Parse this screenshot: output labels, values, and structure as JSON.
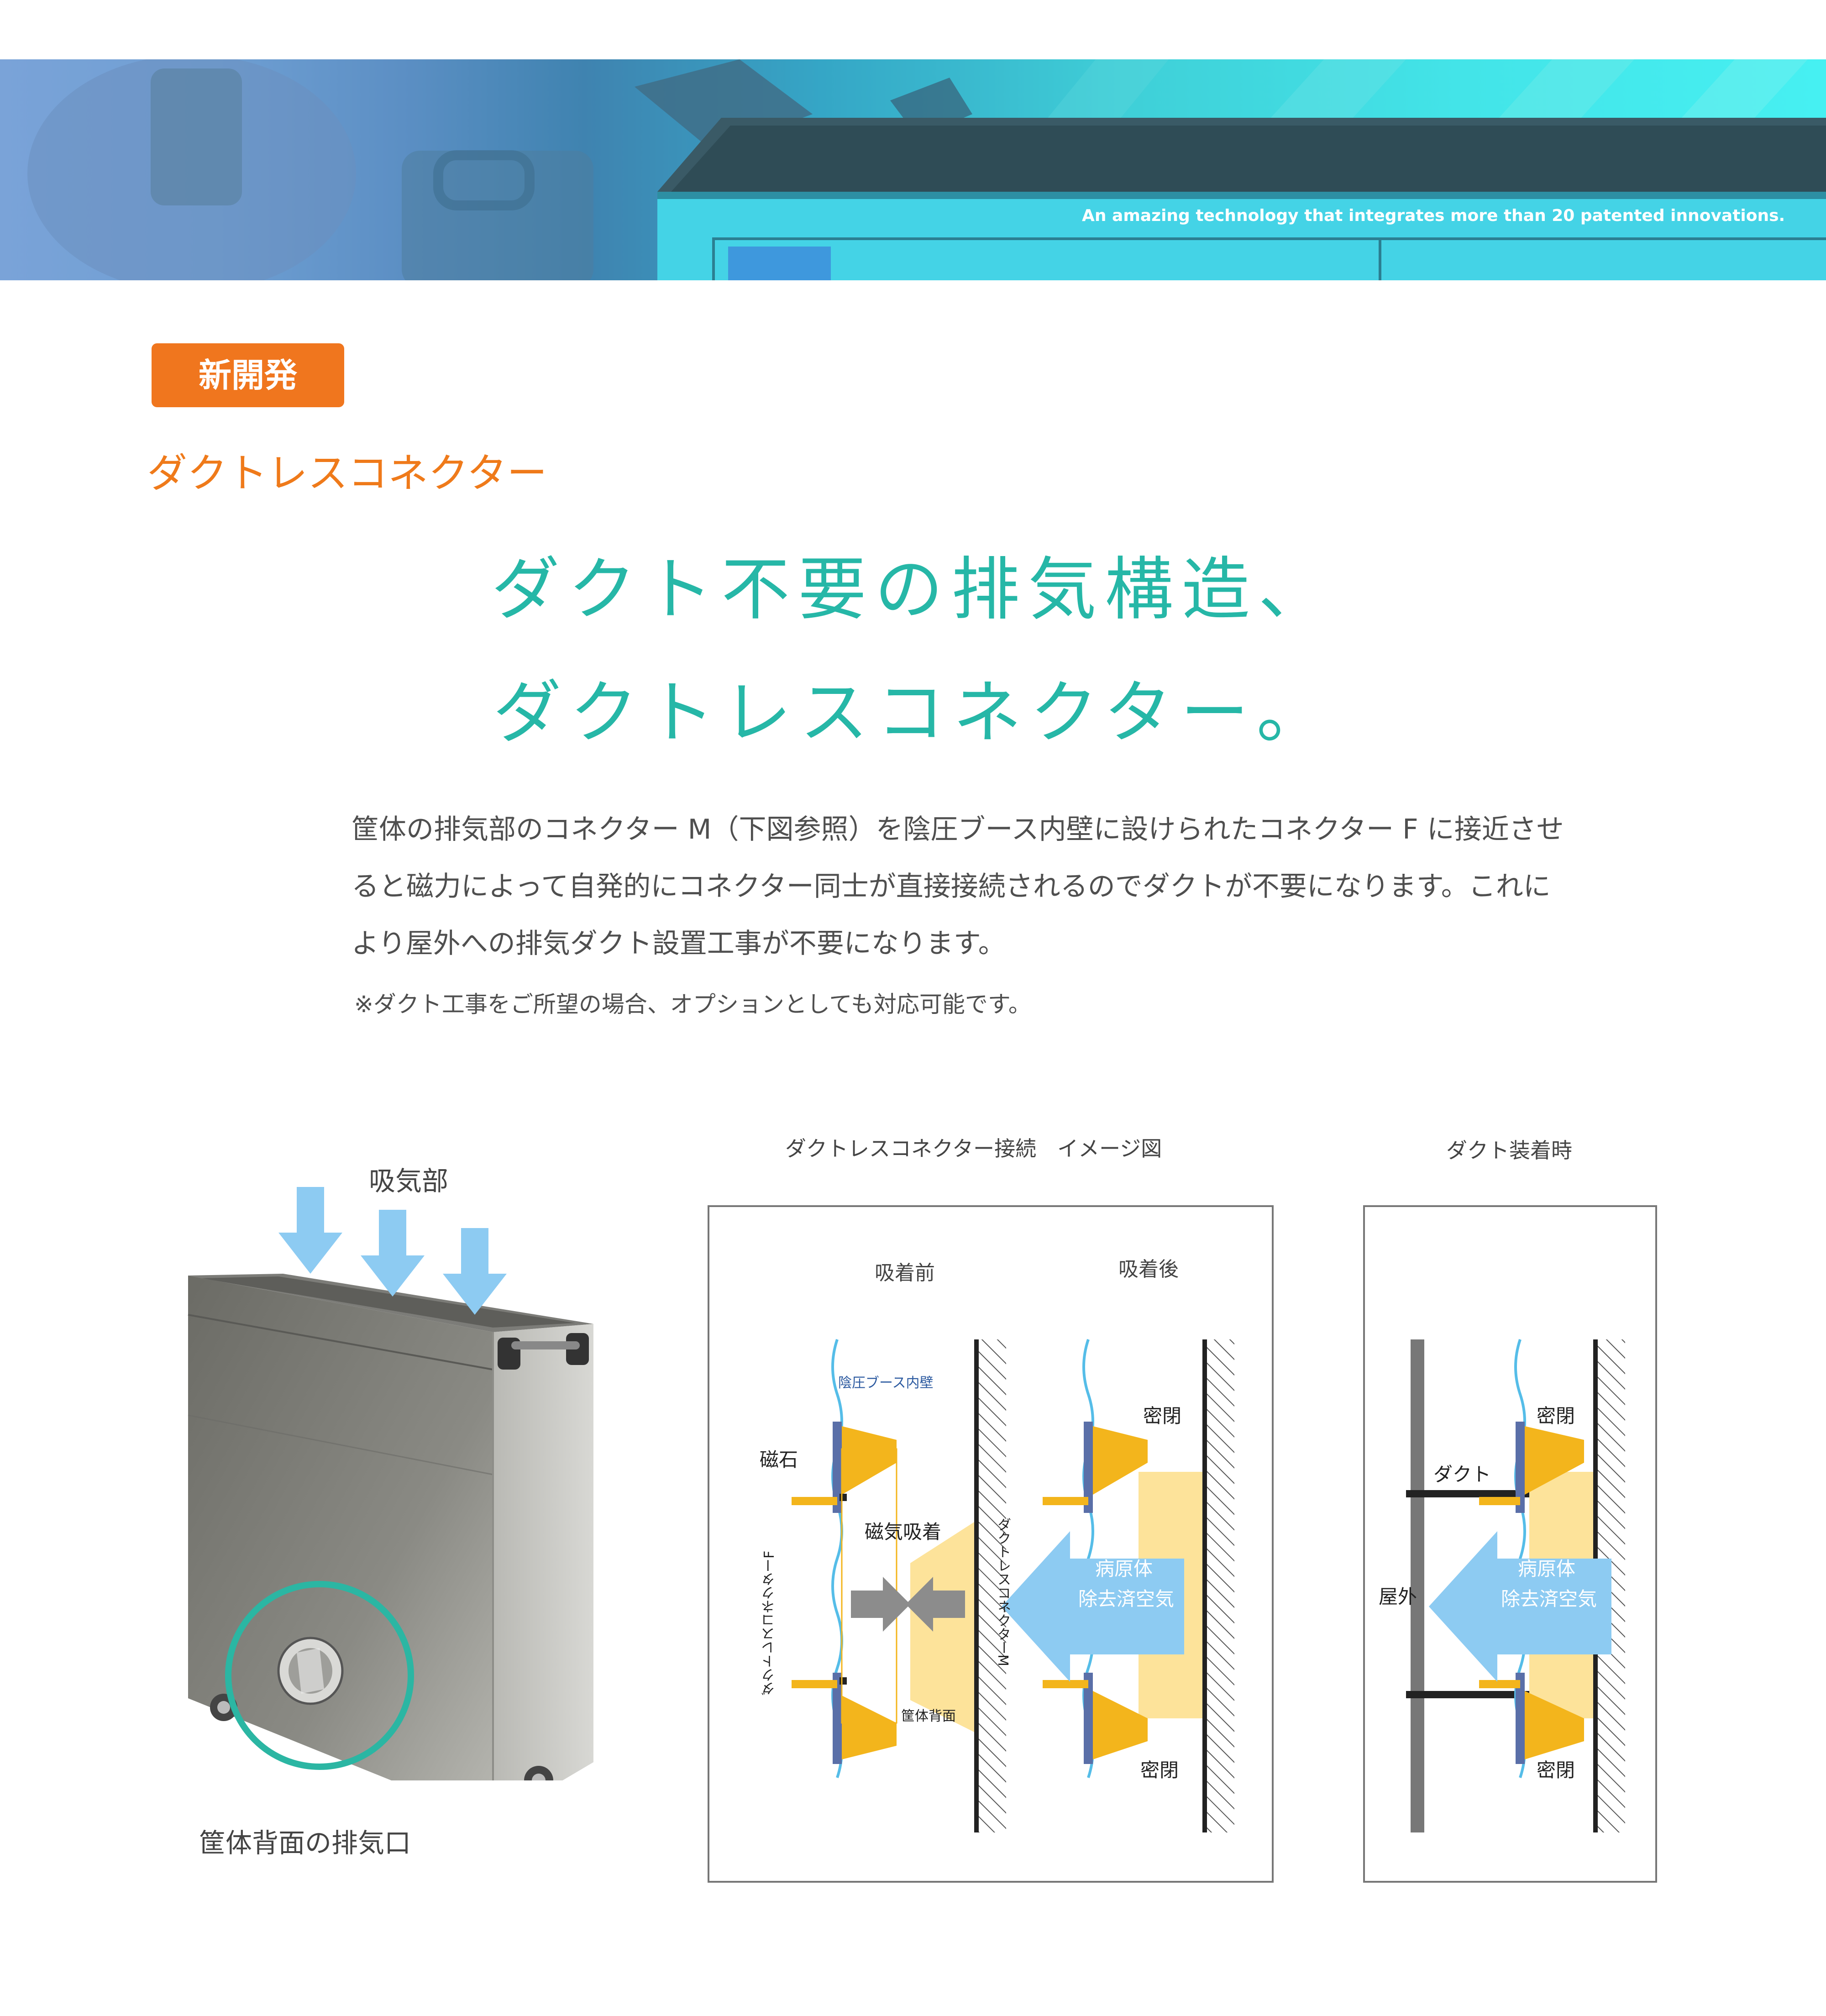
{
  "banner": {
    "tagline": "An amazing technology that integrates more than 20 patented innovations."
  },
  "badge": {
    "label": "新開発"
  },
  "subtitle": "ダクトレスコネクター",
  "headline": {
    "line1": "ダクト不要の排気構造、",
    "line2": "ダクトレスコネクター。"
  },
  "description": {
    "line1": "筐体の排気部のコネクター M（下図参照）を陰圧ブース内壁に設けられたコネクター F に接近させ",
    "line2": "ると磁力によって自発的にコネクター同士が直接接続されるのでダクトが不要になります。これに",
    "line3": "より屋外への排気ダクト設置工事が不要になります。",
    "note": "※ダクト工事をご所望の場合、オプションとしても対応可能です。"
  },
  "product": {
    "intake_label": "吸気部",
    "exhaust_label": "筐体背面の排気口"
  },
  "diagram_connection": {
    "title": "ダクトレスコネクター接続　イメージ図",
    "before_label": "吸着前",
    "after_label": "吸着後",
    "booth_wall_label": "陰圧ブース内壁",
    "magnet_label": "磁石",
    "magnetic_attraction_label": "磁気吸着",
    "connector_f_label": "ダクトレスコネクターF",
    "connector_m_label": "ダクトレスコネクターM",
    "housing_back_label": "筐体背面",
    "sealed_top_label": "密閉",
    "sealed_bottom_label": "密閉",
    "airflow_line1": "病原体",
    "airflow_line2": "除去済空気"
  },
  "diagram_duct": {
    "title": "ダクト装着時",
    "sealed_top_label": "密閉",
    "sealed_bottom_label": "密閉",
    "duct_label": "ダクト",
    "outdoor_label": "屋外",
    "airflow_line1": "病原体",
    "airflow_line2": "除去済空気"
  },
  "colors": {
    "accent_orange": "#f0761e",
    "headline_teal": "#26b7a7",
    "arrow_blue": "#8dcbf2",
    "connector_yellow": "#f3b51c",
    "connector_light": "#fde39a"
  }
}
